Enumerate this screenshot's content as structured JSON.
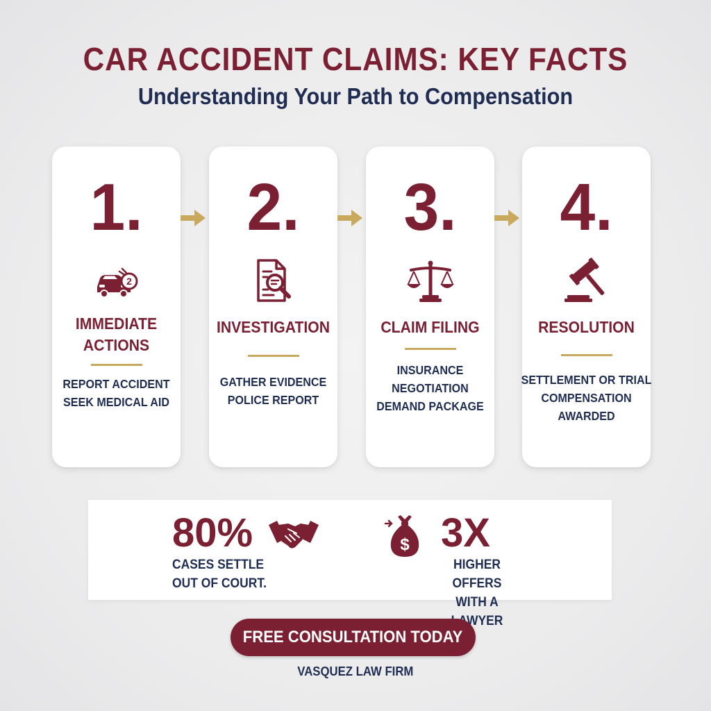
{
  "header": {
    "title": "CAR ACCIDENT CLAIMS: KEY FACTS",
    "subtitle": "Understanding Your Path to Compensation"
  },
  "steps": [
    {
      "number": "1.",
      "icon": "car-crash-icon",
      "title": [
        "IMMEDIATE",
        "ACTIONS"
      ],
      "lines": [
        "REPORT ACCIDENT",
        "SEEK MEDICAL AID"
      ]
    },
    {
      "number": "2.",
      "icon": "document-search-icon",
      "title": [
        "INVESTIGATION"
      ],
      "lines": [
        "GATHER EVIDENCE",
        "POLICE REPORT"
      ]
    },
    {
      "number": "3.",
      "icon": "scales-of-justice-icon",
      "title": [
        "CLAIM FILING"
      ],
      "lines": [
        "INSURANCE",
        "NEGOTIATION",
        "DEMAND PACKAGE"
      ]
    },
    {
      "number": "4.",
      "icon": "gavel-icon",
      "title": [
        "RESOLUTION"
      ],
      "lines": [
        "SETTLEMENT OR TRIAL",
        "COMPENSATION",
        "AWARDED"
      ]
    }
  ],
  "stats": [
    {
      "value": "80%",
      "icon": "handshake-icon",
      "lines": [
        "CASES SETTLE",
        "OUT OF COURT."
      ]
    },
    {
      "value": "3X",
      "icon": "money-bag-icon",
      "lines": [
        "HIGHER OFFERS",
        "WITH A LAWYER"
      ]
    }
  ],
  "cta": {
    "label": "FREE CONSULTATION TODAY"
  },
  "footer": {
    "firm": "VASQUEZ LAW FIRM"
  },
  "colors": {
    "primary": "#7b1f32",
    "navy": "#1f2d52",
    "gold": "#c9a95e",
    "background": "#ececed"
  }
}
